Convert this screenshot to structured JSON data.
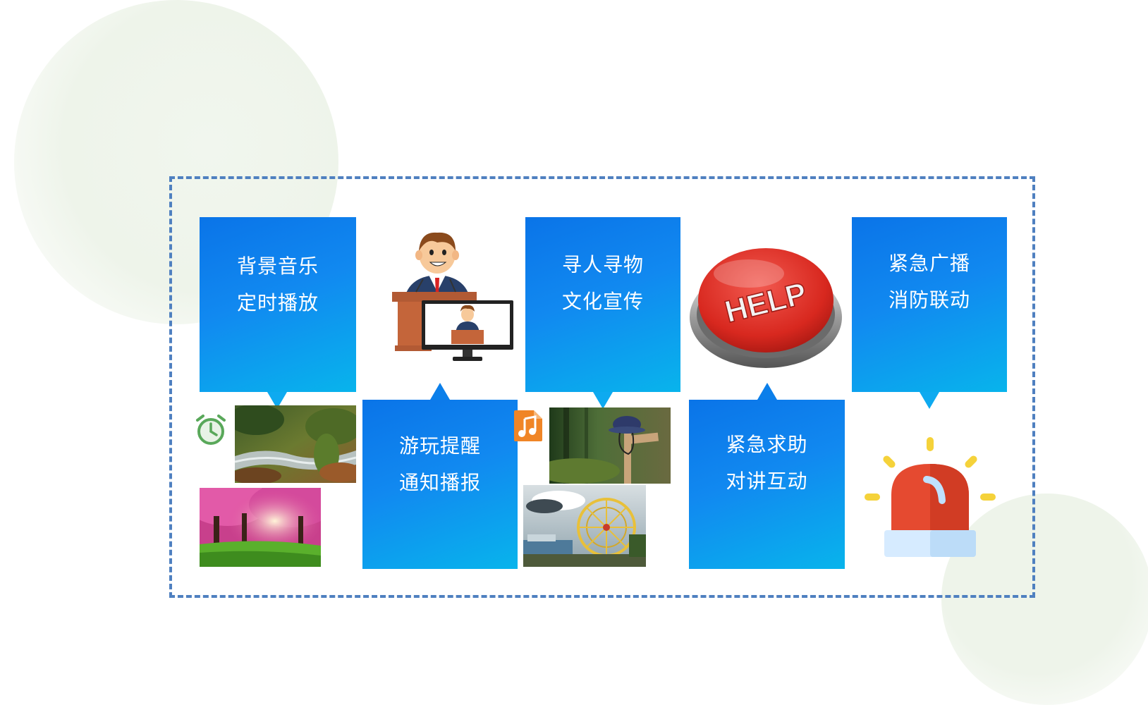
{
  "panels": [
    {
      "line1": "背景音乐",
      "line2": "定时播放"
    },
    {
      "line1": "游玩提醒",
      "line2": "通知播报"
    },
    {
      "line1": "寻人寻物",
      "line2": "文化宣传"
    },
    {
      "line1": "紧急求助",
      "line2": "对讲互动"
    },
    {
      "line1": "紧急广播",
      "line2": "消防联动"
    }
  ],
  "help_button_text": "HELP",
  "colors": {
    "panel_top": "#0a74e8",
    "panel_bottom": "#08b4ec",
    "frame_border": "#4f80c0",
    "help_red": "#e23a32",
    "siren_red": "#e54a30"
  },
  "icons": [
    "alarm-clock-icon",
    "music-file-icon",
    "speaker-man-icon",
    "help-button-icon",
    "siren-icon"
  ]
}
